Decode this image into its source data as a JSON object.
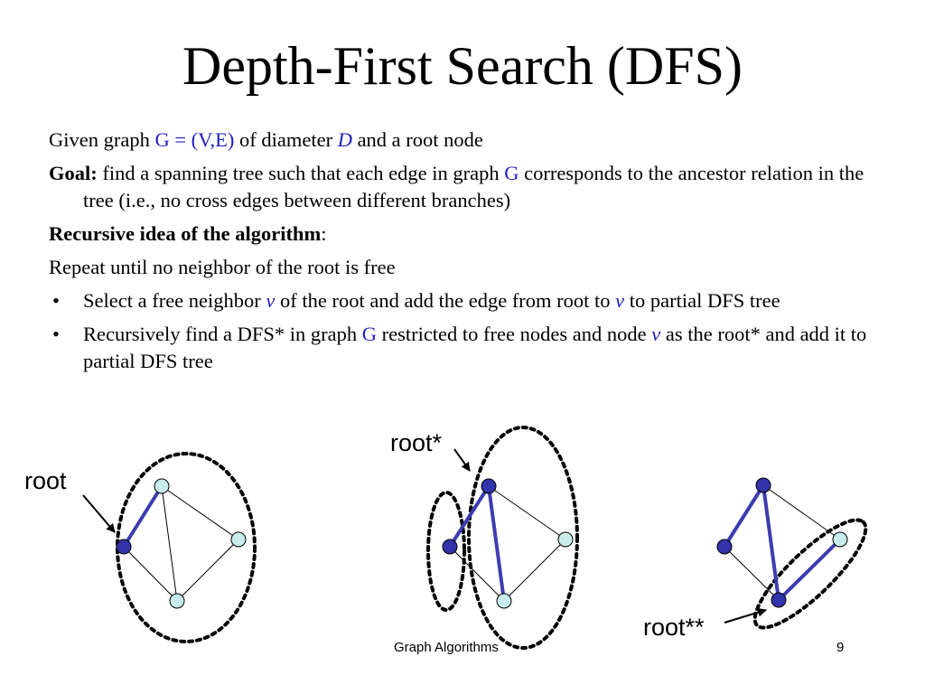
{
  "slide": {
    "title": "Depth-First Search (DFS)",
    "line1": {
      "a": "Given graph ",
      "b": "G = (V,E)",
      "c": " of diameter ",
      "d": "D",
      "e": " and a root node"
    },
    "goal": {
      "label": "Goal:",
      "a": " find a spanning tree such that each edge in graph ",
      "b": "G",
      "c": " corresponds to the ancestor relation in the tree (i.e., no cross edges between different branches)"
    },
    "recursive": {
      "label": "Recursive idea of the algorithm",
      "colon": ":"
    },
    "repeat": "Repeat until no neighbor of the root is free",
    "bullet_symbol": "•",
    "bullet1": {
      "a": "Select a free neighbor ",
      "b": "v",
      "c": " of the root and add the edge from root to ",
      "d": "v",
      "e": " to partial DFS tree"
    },
    "bullet2": {
      "a": "Recursively find a DFS* in graph ",
      "b": "G",
      "c": " restricted to free nodes and node ",
      "d": "v",
      "e": " as the root* and add it to partial DFS tree"
    },
    "footer": "Graph Algorithms",
    "page_number": "9"
  },
  "figures": {
    "label_root": "root",
    "label_root_star": "root*",
    "label_root_2star": "root**"
  },
  "colors": {
    "accent_blue": "#1f1fbf",
    "visited_node": "#3333aa",
    "free_node": "#c9ecec",
    "tree_edge": "#3c3cb0"
  }
}
